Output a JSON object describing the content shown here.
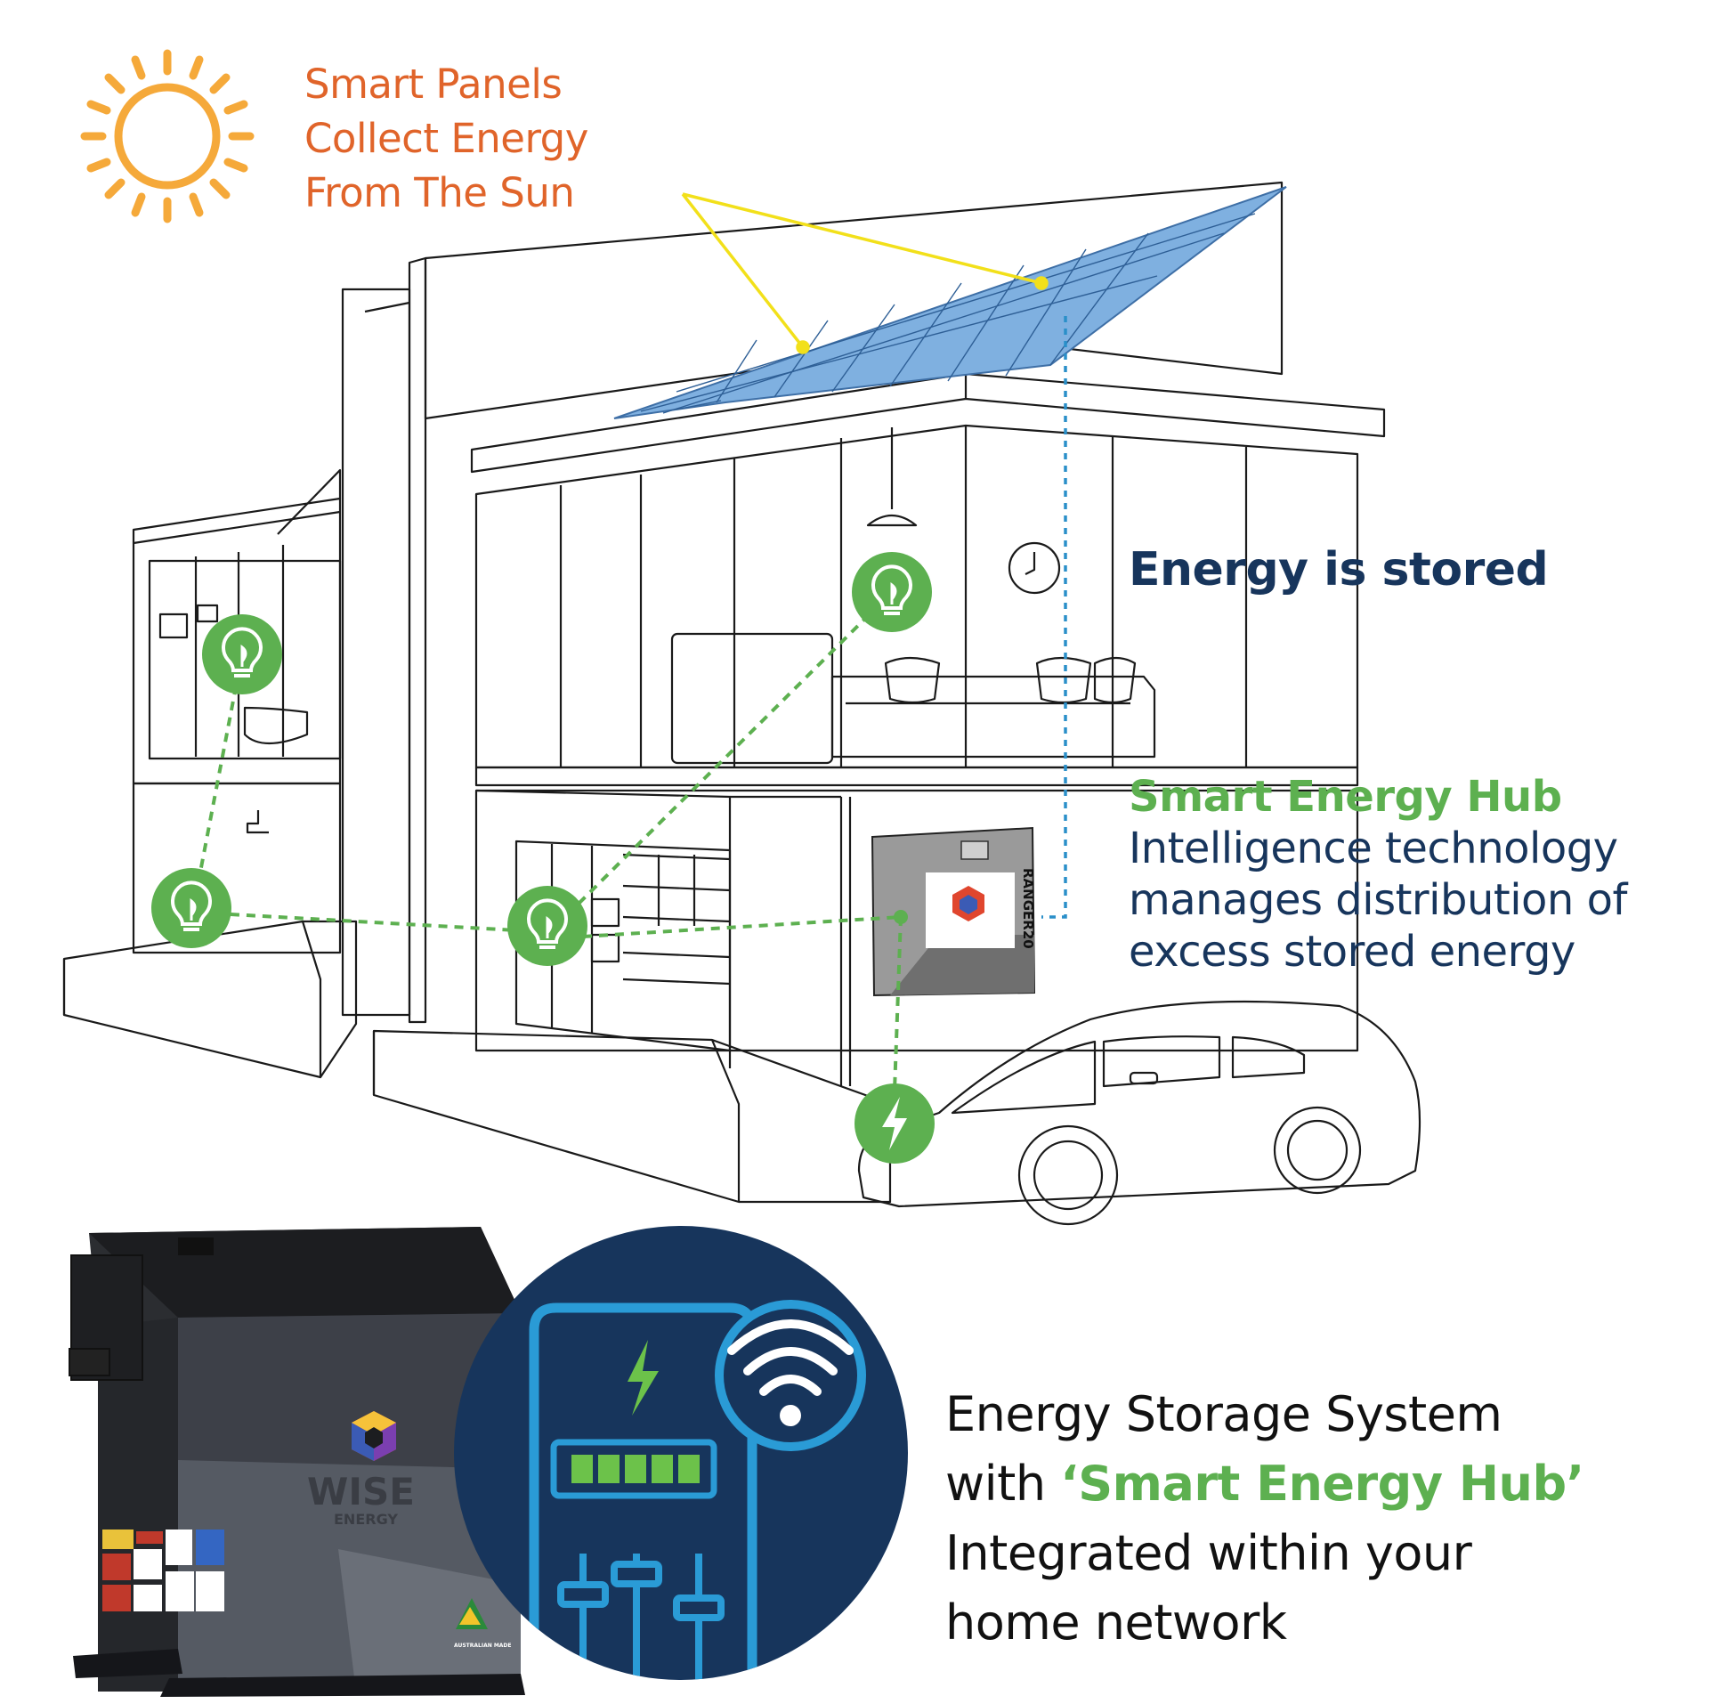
{
  "labels": {
    "panels": [
      "Smart Panels",
      "Collect Energy",
      "From The Sun"
    ],
    "stored": "Energy is stored",
    "hub_title": "Smart Energy Hub",
    "hub_desc": [
      "Intelligence technology",
      "manages distribution of",
      "excess stored energy"
    ],
    "system_line1": "Energy Storage System",
    "system_line2_prefix": "with ",
    "system_line2_highlight": "‘Smart Energy Hub’",
    "system_line3": "Integrated within your",
    "system_line4": "home network"
  },
  "device": {
    "brand": "WISE",
    "brand_sub": "ENERGY",
    "hub_model": "RANGER20",
    "made_label": "AUSTRALIAN MADE"
  },
  "colors": {
    "sun": "#f5a93a",
    "panel_text": "#e0642a",
    "navy": "#17355c",
    "green": "#5db050",
    "solar": "#7fb0e0",
    "pointer": "#f2e01a",
    "cable": "#2a8fc9",
    "circle_bg": "#17355c",
    "circle_stroke": "#2a9bd6",
    "battery_green": "#6cc24a"
  },
  "icons": [
    "sun-icon",
    "bulb-icon",
    "lightning-icon",
    "wifi-icon",
    "battery-icon",
    "sliders-icon",
    "clock-icon",
    "lamp-icon"
  ]
}
